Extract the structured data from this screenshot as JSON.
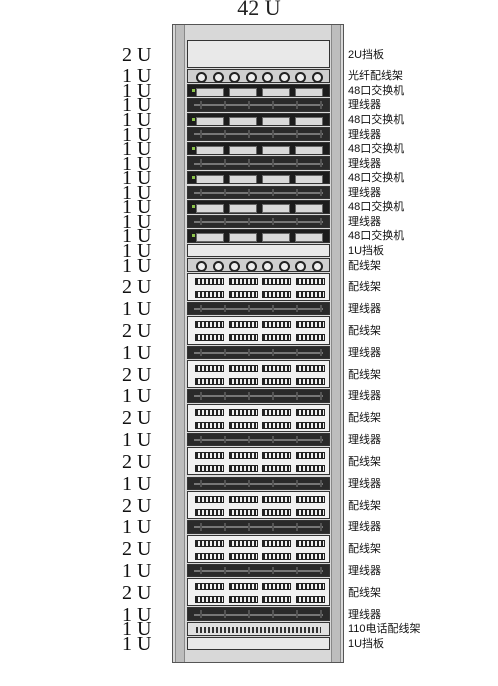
{
  "title": "42  U",
  "devices": [
    {
      "type": "blank",
      "u": "2 U",
      "label": "2U挡板"
    },
    {
      "type": "fiber",
      "u": "1 U",
      "label": "光纤配线架"
    },
    {
      "type": "switch",
      "u": "1 U",
      "label": "48口交换机"
    },
    {
      "type": "cm",
      "u": "1 U",
      "label": "理线器"
    },
    {
      "type": "switch",
      "u": "1 U",
      "label": "48口交换机"
    },
    {
      "type": "cm",
      "u": "1 U",
      "label": "理线器"
    },
    {
      "type": "switch",
      "u": "1 U",
      "label": "48口交换机"
    },
    {
      "type": "cm",
      "u": "1 U",
      "label": "理线器"
    },
    {
      "type": "switch",
      "u": "1 U",
      "label": "48口交换机"
    },
    {
      "type": "cm",
      "u": "1 U",
      "label": "理线器"
    },
    {
      "type": "switch",
      "u": "1 U",
      "label": "48口交换机"
    },
    {
      "type": "cm",
      "u": "1 U",
      "label": "理线器"
    },
    {
      "type": "switch",
      "u": "1 U",
      "label": "48口交换机"
    },
    {
      "type": "blank",
      "u": "1 U",
      "label": "1U挡板"
    },
    {
      "type": "fiber",
      "u": "1 U",
      "label": "配线架"
    },
    {
      "type": "patch",
      "u": "2 U",
      "label": "配线架"
    },
    {
      "type": "cm",
      "u": "1 U",
      "label": "理线器"
    },
    {
      "type": "patch",
      "u": "2 U",
      "label": "配线架"
    },
    {
      "type": "cm",
      "u": "1 U",
      "label": "理线器"
    },
    {
      "type": "patch",
      "u": "2 U",
      "label": "配线架"
    },
    {
      "type": "cm",
      "u": "1 U",
      "label": "理线器"
    },
    {
      "type": "patch",
      "u": "2 U",
      "label": "配线架"
    },
    {
      "type": "cm",
      "u": "1 U",
      "label": "理线器"
    },
    {
      "type": "patch",
      "u": "2 U",
      "label": "配线架"
    },
    {
      "type": "cm",
      "u": "1 U",
      "label": "理线器"
    },
    {
      "type": "patch",
      "u": "2 U",
      "label": "配线架"
    },
    {
      "type": "cm",
      "u": "1 U",
      "label": "理线器"
    },
    {
      "type": "patch",
      "u": "2 U",
      "label": "配线架"
    },
    {
      "type": "cm",
      "u": "1 U",
      "label": "理线器"
    },
    {
      "type": "patch",
      "u": "2 U",
      "label": "配线架"
    },
    {
      "type": "cm",
      "u": "1 U",
      "label": "理线器"
    },
    {
      "type": "tel",
      "u": "1 U",
      "label": "110电话配线架"
    },
    {
      "type": "blank",
      "u": "1 U",
      "label": "1U挡板"
    }
  ]
}
